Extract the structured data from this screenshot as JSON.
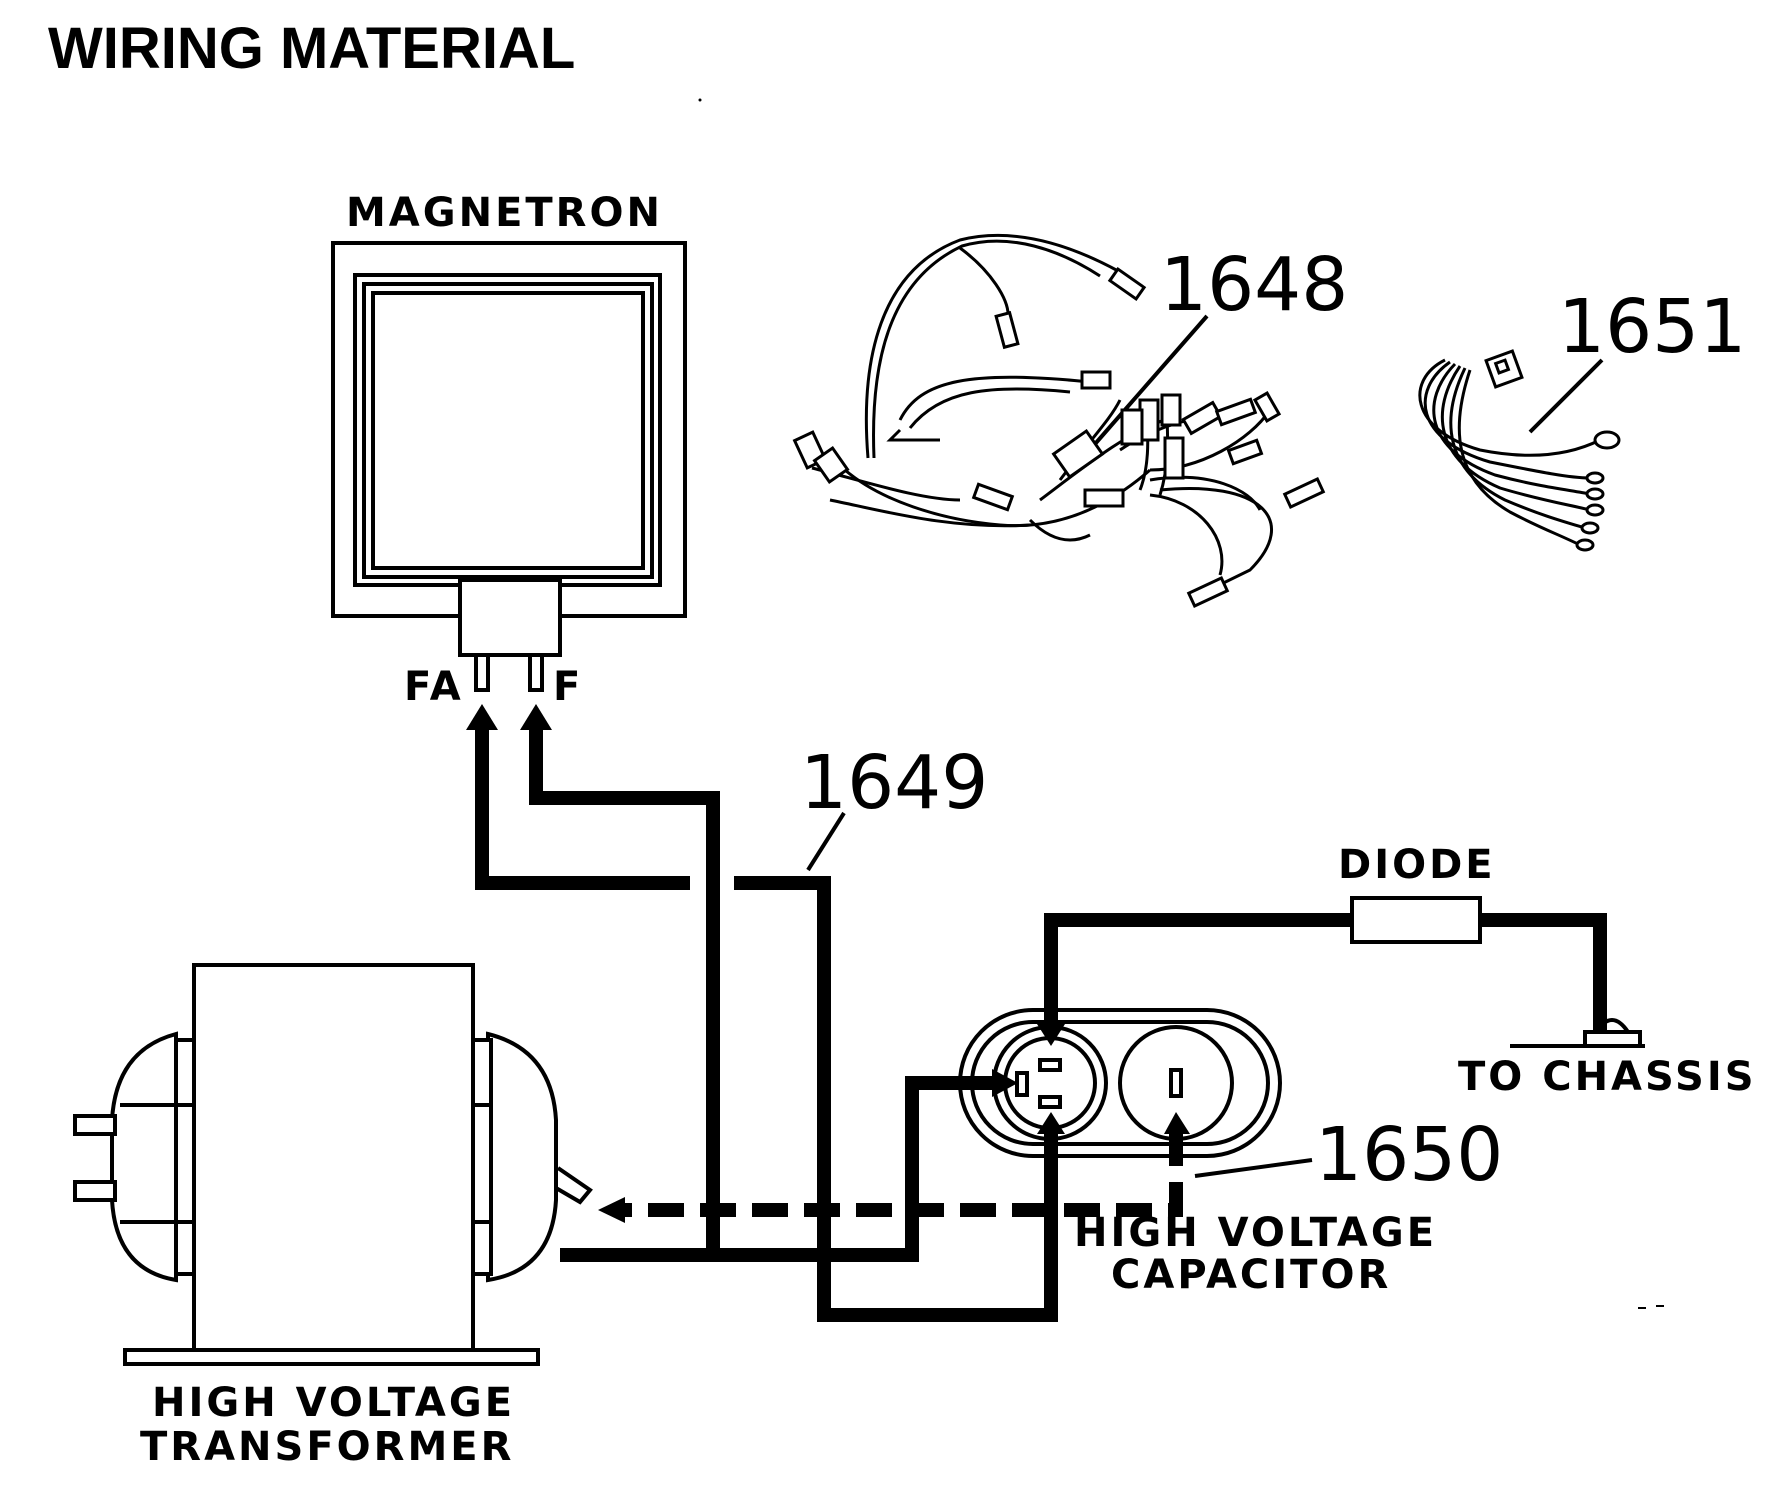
{
  "title": "WIRING MATERIAL",
  "labels": {
    "magnetron": "MAGNETRON",
    "fa": "FA",
    "f": "F",
    "diode": "DIODE",
    "to_chassis": "TO CHASSIS",
    "hv_transformer_1": "HIGH VOLTAGE",
    "hv_transformer_2": "TRANSFORMER",
    "hv_capacitor_1": "HIGH VOLTAGE",
    "hv_capacitor_2": "CAPACITOR"
  },
  "parts": {
    "p1648": "1648",
    "p1649": "1649",
    "p1650": "1650",
    "p1651": "1651"
  }
}
